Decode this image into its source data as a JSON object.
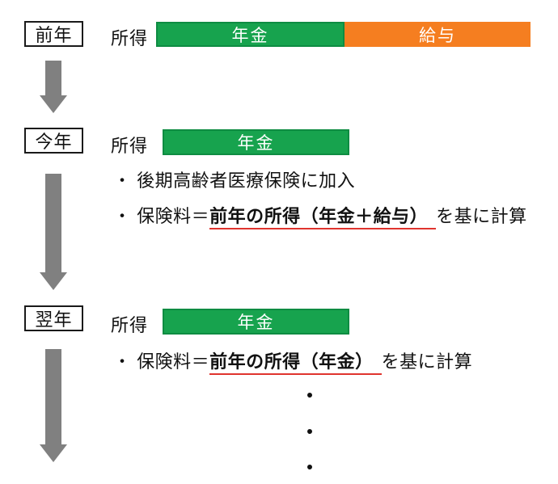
{
  "colors": {
    "pension_green": "#17a34e",
    "pension_green_border": "#0e8c42",
    "salary_orange": "#f57e20",
    "arrow_gray": "#808080",
    "underline_red": "#e0342e",
    "bar_text": "#ffffff",
    "body_text": "#111111"
  },
  "rows": [
    {
      "year": "前年",
      "income_label": "所得",
      "bars": [
        {
          "name": "pension",
          "label": "年金"
        },
        {
          "name": "salary",
          "label": "給与"
        }
      ]
    },
    {
      "year": "今年",
      "income_label": "所得",
      "bars": [
        {
          "name": "pension",
          "label": "年金"
        }
      ],
      "notes": [
        {
          "text": "・ 後期高齢者医療保険に加入"
        },
        {
          "prefix": "・ 保険料＝",
          "highlight": "前年の所得（年金＋給与）",
          "suffix": "を基に計算"
        }
      ]
    },
    {
      "year": "翌年",
      "income_label": "所得",
      "bars": [
        {
          "name": "pension",
          "label": "年金"
        }
      ],
      "notes": [
        {
          "prefix": "・ 保険料＝",
          "highlight": "前年の所得（年金）",
          "suffix": "を基に計算"
        }
      ]
    }
  ],
  "ellipsis": {
    "dot": "・",
    "count": 3
  }
}
